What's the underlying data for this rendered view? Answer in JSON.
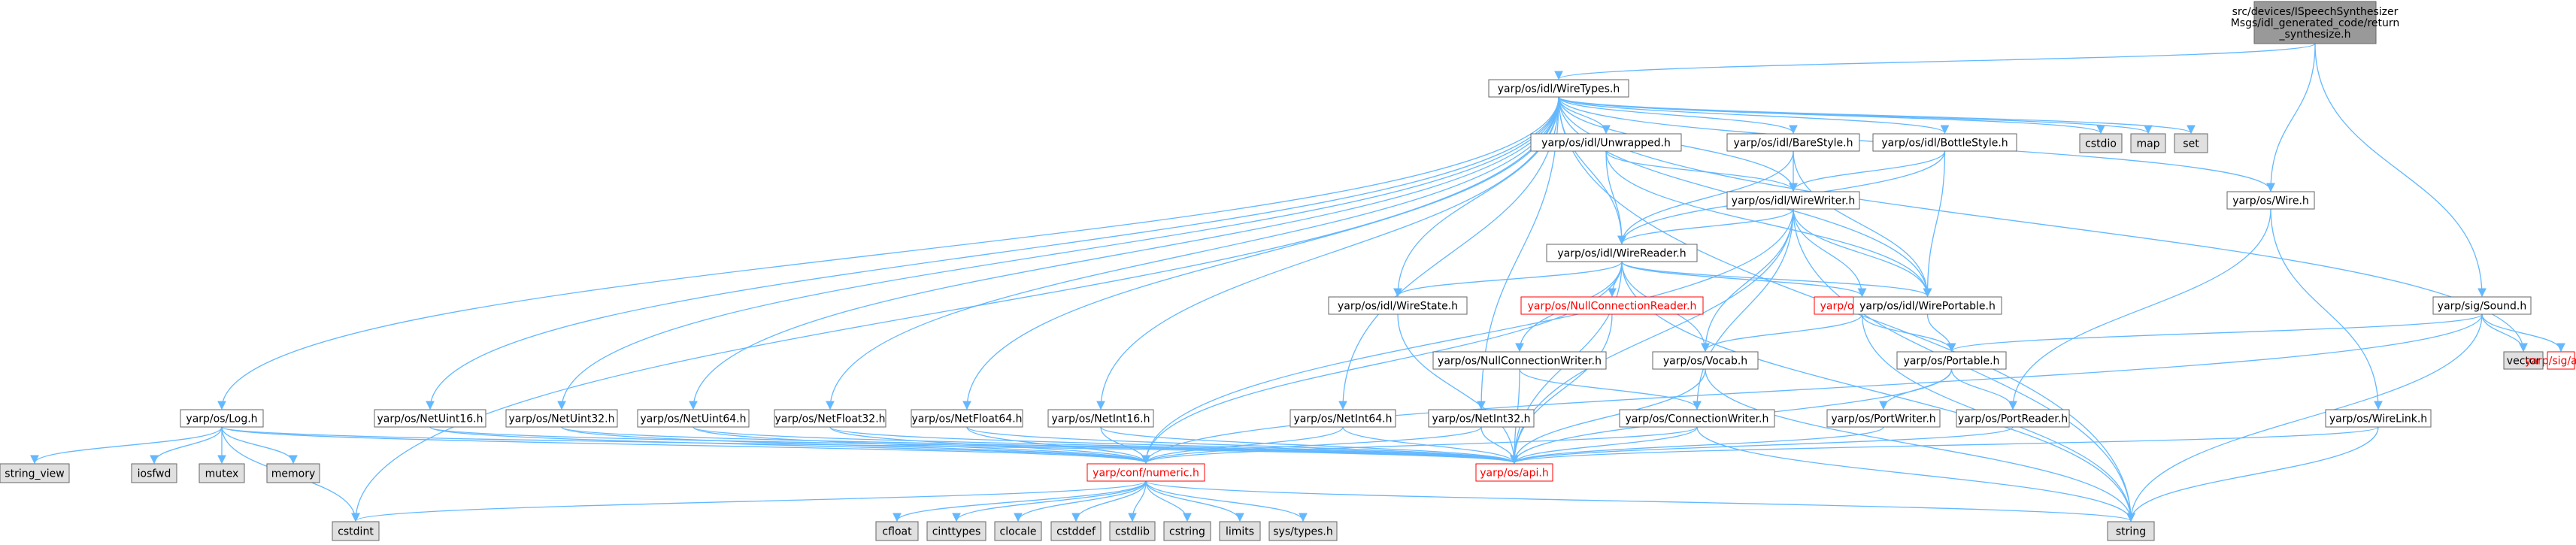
{
  "diagram": {
    "colors": {
      "edge": "#63b8ff",
      "node_fill": "#ffffff",
      "node_border": "#666666",
      "root_fill": "#999999",
      "system_fill": "#e0e0e0",
      "incomplete_text": "#ff0000"
    },
    "nodes": [
      {
        "id": "root",
        "label": "src/devices/ISpeechSynthesizer\nMsgs/idl_generated_code/return\n_synthesize.h",
        "kind": "root"
      },
      {
        "id": "wiretypes",
        "label": "yarp/os/idl/WireTypes.h",
        "kind": "header"
      },
      {
        "id": "cstdio",
        "label": "cstdio",
        "kind": "system"
      },
      {
        "id": "map",
        "label": "map",
        "kind": "system"
      },
      {
        "id": "set",
        "label": "set",
        "kind": "system"
      },
      {
        "id": "unwrapped",
        "label": "yarp/os/idl/Unwrapped.h",
        "kind": "header"
      },
      {
        "id": "barestyle",
        "label": "yarp/os/idl/BareStyle.h",
        "kind": "header"
      },
      {
        "id": "bottlestyle",
        "label": "yarp/os/idl/BottleStyle.h",
        "kind": "header"
      },
      {
        "id": "wirewriter",
        "label": "yarp/os/idl/WireWriter.h",
        "kind": "header"
      },
      {
        "id": "wire",
        "label": "yarp/os/Wire.h",
        "kind": "header"
      },
      {
        "id": "wirereader",
        "label": "yarp/os/idl/WireReader.h",
        "kind": "header"
      },
      {
        "id": "wirestate",
        "label": "yarp/os/idl/WireState.h",
        "kind": "header"
      },
      {
        "id": "nullconnreader",
        "label": "yarp/os/NullConnectionReader.h",
        "kind": "incomplete"
      },
      {
        "id": "bottle",
        "label": "yarp/os/Bottle.h",
        "kind": "incomplete"
      },
      {
        "id": "wireportable",
        "label": "yarp/os/idl/WirePortable.h",
        "kind": "header"
      },
      {
        "id": "sound",
        "label": "yarp/sig/Sound.h",
        "kind": "header"
      },
      {
        "id": "vector",
        "label": "vector",
        "kind": "system"
      },
      {
        "id": "sigapi",
        "label": "yarp/sig/api.h",
        "kind": "incomplete"
      },
      {
        "id": "nullconnwriter",
        "label": "yarp/os/NullConnectionWriter.h",
        "kind": "header"
      },
      {
        "id": "vocab",
        "label": "yarp/os/Vocab.h",
        "kind": "header"
      },
      {
        "id": "portable",
        "label": "yarp/os/Portable.h",
        "kind": "header"
      },
      {
        "id": "log",
        "label": "yarp/os/Log.h",
        "kind": "header"
      },
      {
        "id": "netuint16",
        "label": "yarp/os/NetUint16.h",
        "kind": "header"
      },
      {
        "id": "netuint32",
        "label": "yarp/os/NetUint32.h",
        "kind": "header"
      },
      {
        "id": "netuint64",
        "label": "yarp/os/NetUint64.h",
        "kind": "header"
      },
      {
        "id": "netfloat32",
        "label": "yarp/os/NetFloat32.h",
        "kind": "header"
      },
      {
        "id": "netfloat64",
        "label": "yarp/os/NetFloat64.h",
        "kind": "header"
      },
      {
        "id": "netint16",
        "label": "yarp/os/NetInt16.h",
        "kind": "header"
      },
      {
        "id": "netint64",
        "label": "yarp/os/NetInt64.h",
        "kind": "header"
      },
      {
        "id": "netint32",
        "label": "yarp/os/NetInt32.h",
        "kind": "header"
      },
      {
        "id": "connwriter",
        "label": "yarp/os/ConnectionWriter.h",
        "kind": "header"
      },
      {
        "id": "portwriter",
        "label": "yarp/os/PortWriter.h",
        "kind": "header"
      },
      {
        "id": "portreader",
        "label": "yarp/os/PortReader.h",
        "kind": "header"
      },
      {
        "id": "wirelink",
        "label": "yarp/os/WireLink.h",
        "kind": "header"
      },
      {
        "id": "string_view",
        "label": "string_view",
        "kind": "system"
      },
      {
        "id": "iosfwd",
        "label": "iosfwd",
        "kind": "system"
      },
      {
        "id": "mutex",
        "label": "mutex",
        "kind": "system"
      },
      {
        "id": "memory",
        "label": "memory",
        "kind": "system"
      },
      {
        "id": "numeric",
        "label": "yarp/conf/numeric.h",
        "kind": "incomplete"
      },
      {
        "id": "osapi",
        "label": "yarp/os/api.h",
        "kind": "incomplete"
      },
      {
        "id": "cstdint",
        "label": "cstdint",
        "kind": "system"
      },
      {
        "id": "string",
        "label": "string",
        "kind": "system"
      },
      {
        "id": "cfloat",
        "label": "cfloat",
        "kind": "system"
      },
      {
        "id": "cinttypes",
        "label": "cinttypes",
        "kind": "system"
      },
      {
        "id": "clocale",
        "label": "clocale",
        "kind": "system"
      },
      {
        "id": "cstddef",
        "label": "cstddef",
        "kind": "system"
      },
      {
        "id": "cstdlib",
        "label": "cstdlib",
        "kind": "system"
      },
      {
        "id": "cstring",
        "label": "cstring",
        "kind": "system"
      },
      {
        "id": "limits",
        "label": "limits",
        "kind": "system"
      },
      {
        "id": "systypes",
        "label": "sys/types.h",
        "kind": "system"
      }
    ],
    "edges": [
      [
        "root",
        "wiretypes"
      ],
      [
        "root",
        "wire"
      ],
      [
        "root",
        "sound"
      ],
      [
        "wiretypes",
        "cstdio"
      ],
      [
        "wiretypes",
        "map"
      ],
      [
        "wiretypes",
        "set"
      ],
      [
        "wiretypes",
        "unwrapped"
      ],
      [
        "wiretypes",
        "barestyle"
      ],
      [
        "wiretypes",
        "bottlestyle"
      ],
      [
        "wiretypes",
        "wirewriter"
      ],
      [
        "wiretypes",
        "wirereader"
      ],
      [
        "wiretypes",
        "wirestate"
      ],
      [
        "wiretypes",
        "wireportable"
      ],
      [
        "wiretypes",
        "wire"
      ],
      [
        "wiretypes",
        "vector"
      ],
      [
        "wiretypes",
        "string"
      ],
      [
        "wiretypes",
        "cstdint"
      ],
      [
        "wiretypes",
        "log"
      ],
      [
        "wiretypes",
        "netuint16"
      ],
      [
        "wiretypes",
        "netuint32"
      ],
      [
        "wiretypes",
        "netuint64"
      ],
      [
        "wiretypes",
        "netfloat32"
      ],
      [
        "wiretypes",
        "netfloat64"
      ],
      [
        "wiretypes",
        "netint16"
      ],
      [
        "wiretypes",
        "netint64"
      ],
      [
        "wiretypes",
        "netint32"
      ],
      [
        "unwrapped",
        "wirewriter"
      ],
      [
        "unwrapped",
        "wirereader"
      ],
      [
        "unwrapped",
        "wireportable"
      ],
      [
        "barestyle",
        "wirewriter"
      ],
      [
        "barestyle",
        "wirereader"
      ],
      [
        "barestyle",
        "wireportable"
      ],
      [
        "bottlestyle",
        "wirewriter"
      ],
      [
        "bottlestyle",
        "wirereader"
      ],
      [
        "bottlestyle",
        "wireportable"
      ],
      [
        "wirewriter",
        "wirereader"
      ],
      [
        "wirewriter",
        "wireportable"
      ],
      [
        "wirewriter",
        "bottle"
      ],
      [
        "wirewriter",
        "vocab"
      ],
      [
        "wirewriter",
        "connwriter"
      ],
      [
        "wirewriter",
        "numeric"
      ],
      [
        "wirewriter",
        "osapi"
      ],
      [
        "wirewriter",
        "string"
      ],
      [
        "wirereader",
        "wirestate"
      ],
      [
        "wirereader",
        "nullconnreader"
      ],
      [
        "wirereader",
        "bottle"
      ],
      [
        "wirereader",
        "wireportable"
      ],
      [
        "wirereader",
        "nullconnwriter"
      ],
      [
        "wirereader",
        "vocab"
      ],
      [
        "wirereader",
        "numeric"
      ],
      [
        "wirereader",
        "osapi"
      ],
      [
        "wirereader",
        "string"
      ],
      [
        "wirestate",
        "osapi"
      ],
      [
        "nullconnreader",
        "osapi"
      ],
      [
        "bottle",
        "portable"
      ],
      [
        "bottle",
        "vocab"
      ],
      [
        "bottle",
        "string"
      ],
      [
        "wireportable",
        "portable"
      ],
      [
        "nullconnwriter",
        "connwriter"
      ],
      [
        "nullconnwriter",
        "osapi"
      ],
      [
        "vocab",
        "osapi"
      ],
      [
        "vocab",
        "string"
      ],
      [
        "portable",
        "portreader"
      ],
      [
        "portable",
        "portwriter"
      ],
      [
        "portable",
        "osapi"
      ],
      [
        "portwriter",
        "osapi"
      ],
      [
        "portreader",
        "osapi"
      ],
      [
        "connwriter",
        "osapi"
      ],
      [
        "connwriter",
        "numeric"
      ],
      [
        "connwriter",
        "string"
      ],
      [
        "wire",
        "portreader"
      ],
      [
        "wire",
        "wirelink"
      ],
      [
        "wirelink",
        "osapi"
      ],
      [
        "wirelink",
        "string"
      ],
      [
        "sound",
        "vector"
      ],
      [
        "sound",
        "sigapi"
      ],
      [
        "sound",
        "portable"
      ],
      [
        "sound",
        "numeric"
      ],
      [
        "sound",
        "string"
      ],
      [
        "log",
        "string_view"
      ],
      [
        "log",
        "iosfwd"
      ],
      [
        "log",
        "mutex"
      ],
      [
        "log",
        "memory"
      ],
      [
        "log",
        "cstdint"
      ],
      [
        "log",
        "osapi"
      ],
      [
        "log",
        "numeric"
      ],
      [
        "netuint16",
        "numeric"
      ],
      [
        "netuint16",
        "osapi"
      ],
      [
        "netuint32",
        "numeric"
      ],
      [
        "netuint32",
        "osapi"
      ],
      [
        "netuint64",
        "numeric"
      ],
      [
        "netuint64",
        "osapi"
      ],
      [
        "netfloat32",
        "numeric"
      ],
      [
        "netfloat32",
        "osapi"
      ],
      [
        "netfloat64",
        "numeric"
      ],
      [
        "netfloat64",
        "osapi"
      ],
      [
        "netint16",
        "numeric"
      ],
      [
        "netint16",
        "osapi"
      ],
      [
        "netint64",
        "numeric"
      ],
      [
        "netint64",
        "osapi"
      ],
      [
        "netint32",
        "numeric"
      ],
      [
        "netint32",
        "osapi"
      ],
      [
        "numeric",
        "cstdint"
      ],
      [
        "numeric",
        "string"
      ],
      [
        "numeric",
        "cfloat"
      ],
      [
        "numeric",
        "cinttypes"
      ],
      [
        "numeric",
        "clocale"
      ],
      [
        "numeric",
        "cstddef"
      ],
      [
        "numeric",
        "cstdlib"
      ],
      [
        "numeric",
        "cstring"
      ],
      [
        "numeric",
        "limits"
      ],
      [
        "numeric",
        "systypes"
      ]
    ]
  }
}
